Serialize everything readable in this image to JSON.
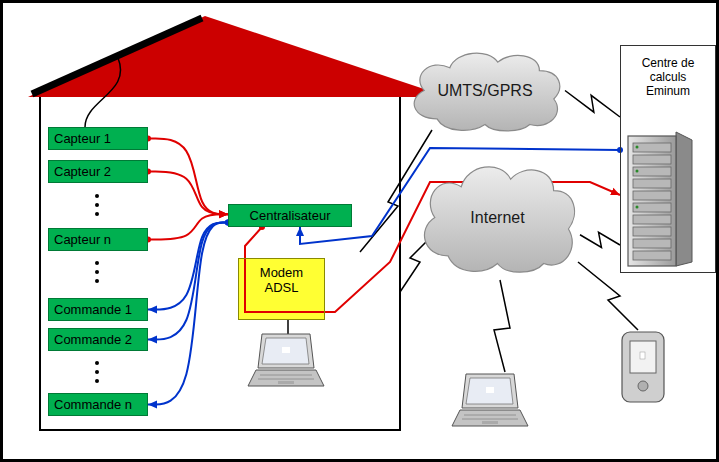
{
  "diagram": {
    "nodes": [
      {
        "text": [
          "Capteur 1"
        ]
      },
      {
        "text": [
          "Capteur 2"
        ]
      },
      {
        "text": [
          "Capteur n"
        ]
      },
      {
        "text": [
          "Commande 1"
        ]
      },
      {
        "text": [
          "Commande 2"
        ]
      },
      {
        "text": [
          "Commande n"
        ]
      },
      {
        "text": [
          "Centralisateur"
        ]
      },
      {
        "text": [
          "Modem ADSL"
        ]
      },
      {
        "text": [
          "UMTS/GPRS"
        ]
      },
      {
        "text": [
          "Internet"
        ]
      },
      {
        "text": [
          "Centre de calculs Eminum"
        ]
      }
    ],
    "edges": [
      {
        "from": 0,
        "to": 6,
        "arrow": "to"
      },
      {
        "from": 1,
        "to": 6,
        "arrow": "to"
      },
      {
        "from": 2,
        "to": 6,
        "arrow": "to"
      },
      {
        "from": 6,
        "to": 3,
        "arrow": "to"
      },
      {
        "from": 6,
        "to": 4,
        "arrow": "to"
      },
      {
        "from": 6,
        "to": 5,
        "arrow": "to"
      },
      {
        "from": 6,
        "to": 10,
        "arrow": "to"
      },
      {
        "from": 10,
        "to": 6,
        "arrow": "to"
      },
      {
        "from": 8,
        "to": 10,
        "arrow": "none"
      },
      {
        "from": 9,
        "to": 10,
        "arrow": "none"
      }
    ]
  }
}
